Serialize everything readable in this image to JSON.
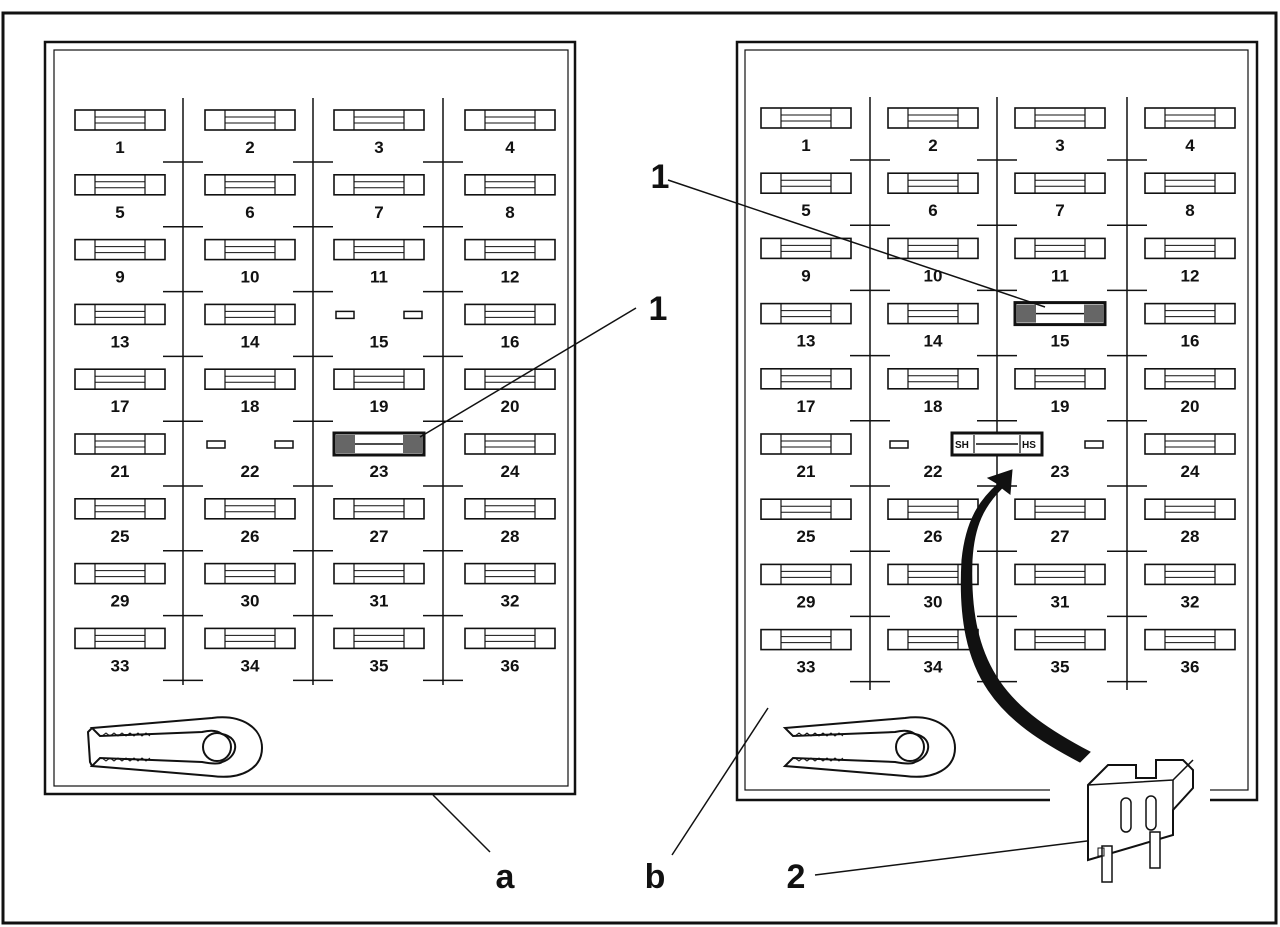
{
  "figure": {
    "panels": [
      {
        "id": "a",
        "label": "a",
        "fuses": [
          "1",
          "2",
          "3",
          "4",
          "5",
          "6",
          "7",
          "8",
          "9",
          "10",
          "11",
          "12",
          "13",
          "14",
          "15",
          "16",
          "17",
          "18",
          "19",
          "20",
          "21",
          "22",
          "23",
          "24",
          "25",
          "26",
          "27",
          "28",
          "29",
          "30",
          "31",
          "32",
          "33",
          "34",
          "35",
          "36"
        ],
        "empty_slots": [
          "15",
          "22"
        ],
        "highlighted_slot": "23",
        "callout": "1"
      },
      {
        "id": "b",
        "label": "b",
        "fuses": [
          "1",
          "2",
          "3",
          "4",
          "5",
          "6",
          "7",
          "8",
          "9",
          "10",
          "11",
          "12",
          "13",
          "14",
          "15",
          "16",
          "17",
          "18",
          "19",
          "20",
          "21",
          "22",
          "23",
          "24",
          "25",
          "26",
          "27",
          "28",
          "29",
          "30",
          "31",
          "32",
          "33",
          "34",
          "35",
          "36"
        ],
        "empty_slots": [
          "22",
          "23"
        ],
        "highlighted_slot": "15",
        "bridge_slot": "22-23",
        "bridge_text_left": "SH",
        "bridge_text_right": "HS",
        "callout": "1"
      }
    ],
    "callout_2": "2",
    "part_icon": "blade-fuse-icon",
    "tool_icon": "fuse-puller-icon"
  }
}
